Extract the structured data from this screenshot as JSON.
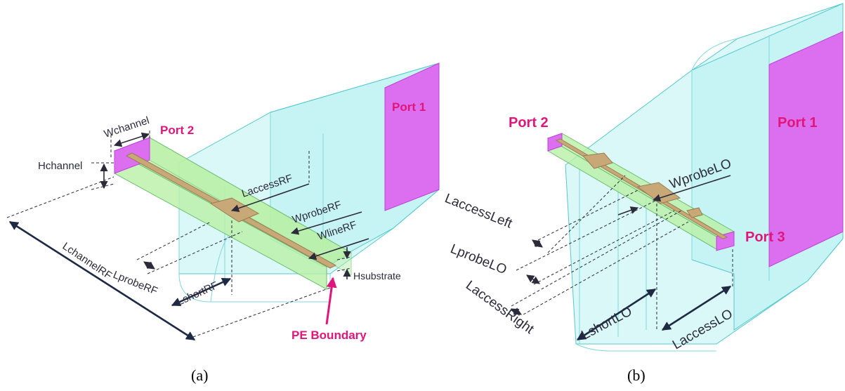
{
  "panel_a": {
    "labels": {
      "port1": "Port 1",
      "port2": "Port 2",
      "wchannel": "Wchannel",
      "hchannel": "Hchannel",
      "laccess_rf": "LaccessRF",
      "wprobe_rf": "WprobeRF",
      "wline_rf": "WlineRF",
      "lprobe_rf": "LprobeRF",
      "lshort_rf": "LshortRF",
      "hsubstrate": "Hsubstrate",
      "lchannel_rf": "LchannelRF",
      "pe_boundary": "PE Boundary"
    },
    "caption": "(a)"
  },
  "panel_b": {
    "labels": {
      "port1": "Port 1",
      "port2": "Port 2",
      "port3": "Port 3",
      "wprobe_lo": "WprobeLO",
      "laccess_left": "LaccessLeft",
      "lprobe_lo": "LprobeLO",
      "laccess_right": "LaccessRight",
      "lshort_lo": "LshortLO",
      "laccess_lo": "LaccessLO"
    },
    "caption": "(b)"
  },
  "colors": {
    "port_label": "#e0167a",
    "waveguide": "#aef0f0",
    "port_face": "#dc6ff0",
    "substrate": "#b9f0a6",
    "strip": "#c9a878",
    "dimension": "#2b2b3a"
  }
}
